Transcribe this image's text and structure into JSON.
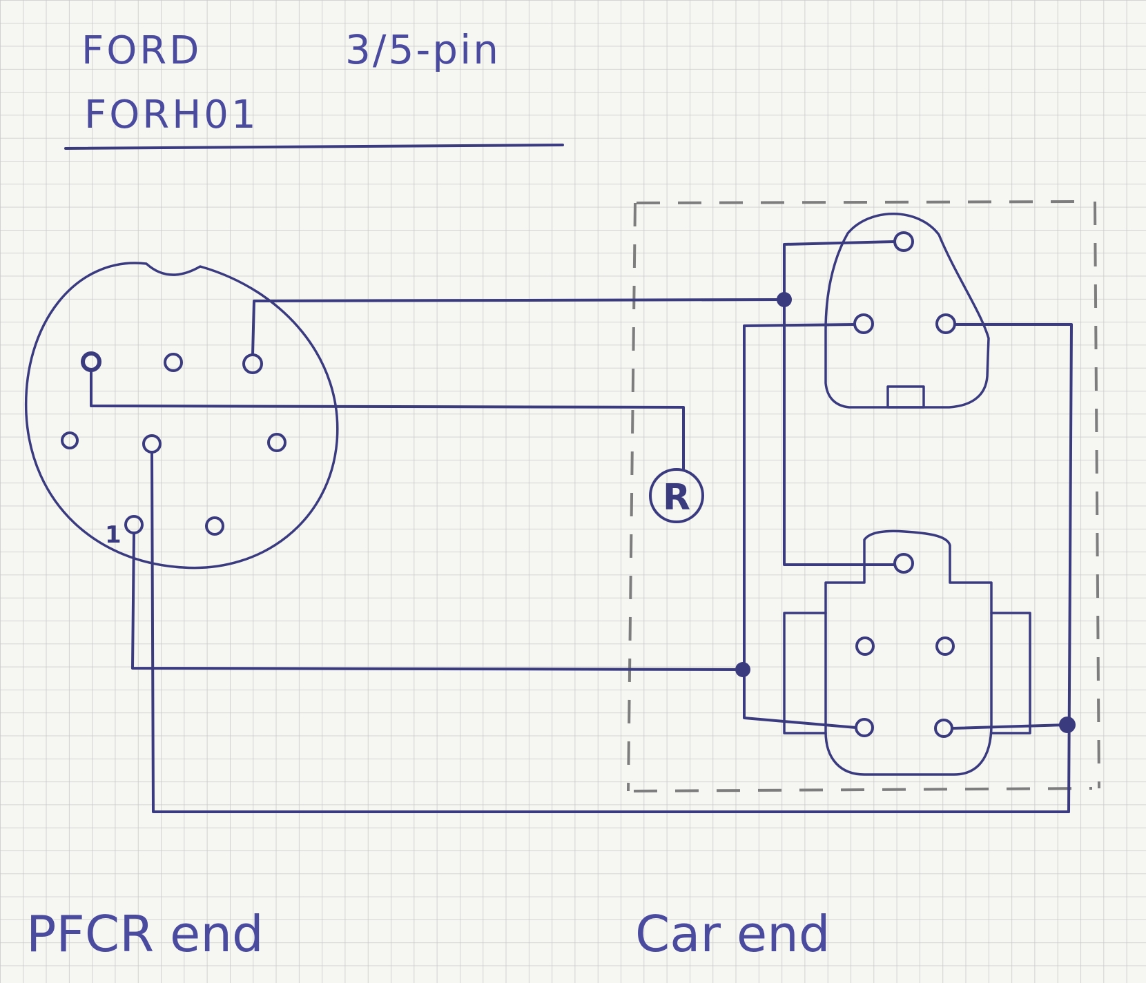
{
  "header": {
    "brand": "FORD",
    "code": "FORH01",
    "pin_config": "3/5-pin"
  },
  "labels": {
    "left_end": "PFCR end",
    "right_end": "Car end",
    "resistor": "R",
    "pin_one": "1"
  },
  "colors": {
    "ink": "#3a3a7e",
    "pencil": "#7d7d7d",
    "grid": "#c9c9c9",
    "paper": "#f6f6f3"
  }
}
